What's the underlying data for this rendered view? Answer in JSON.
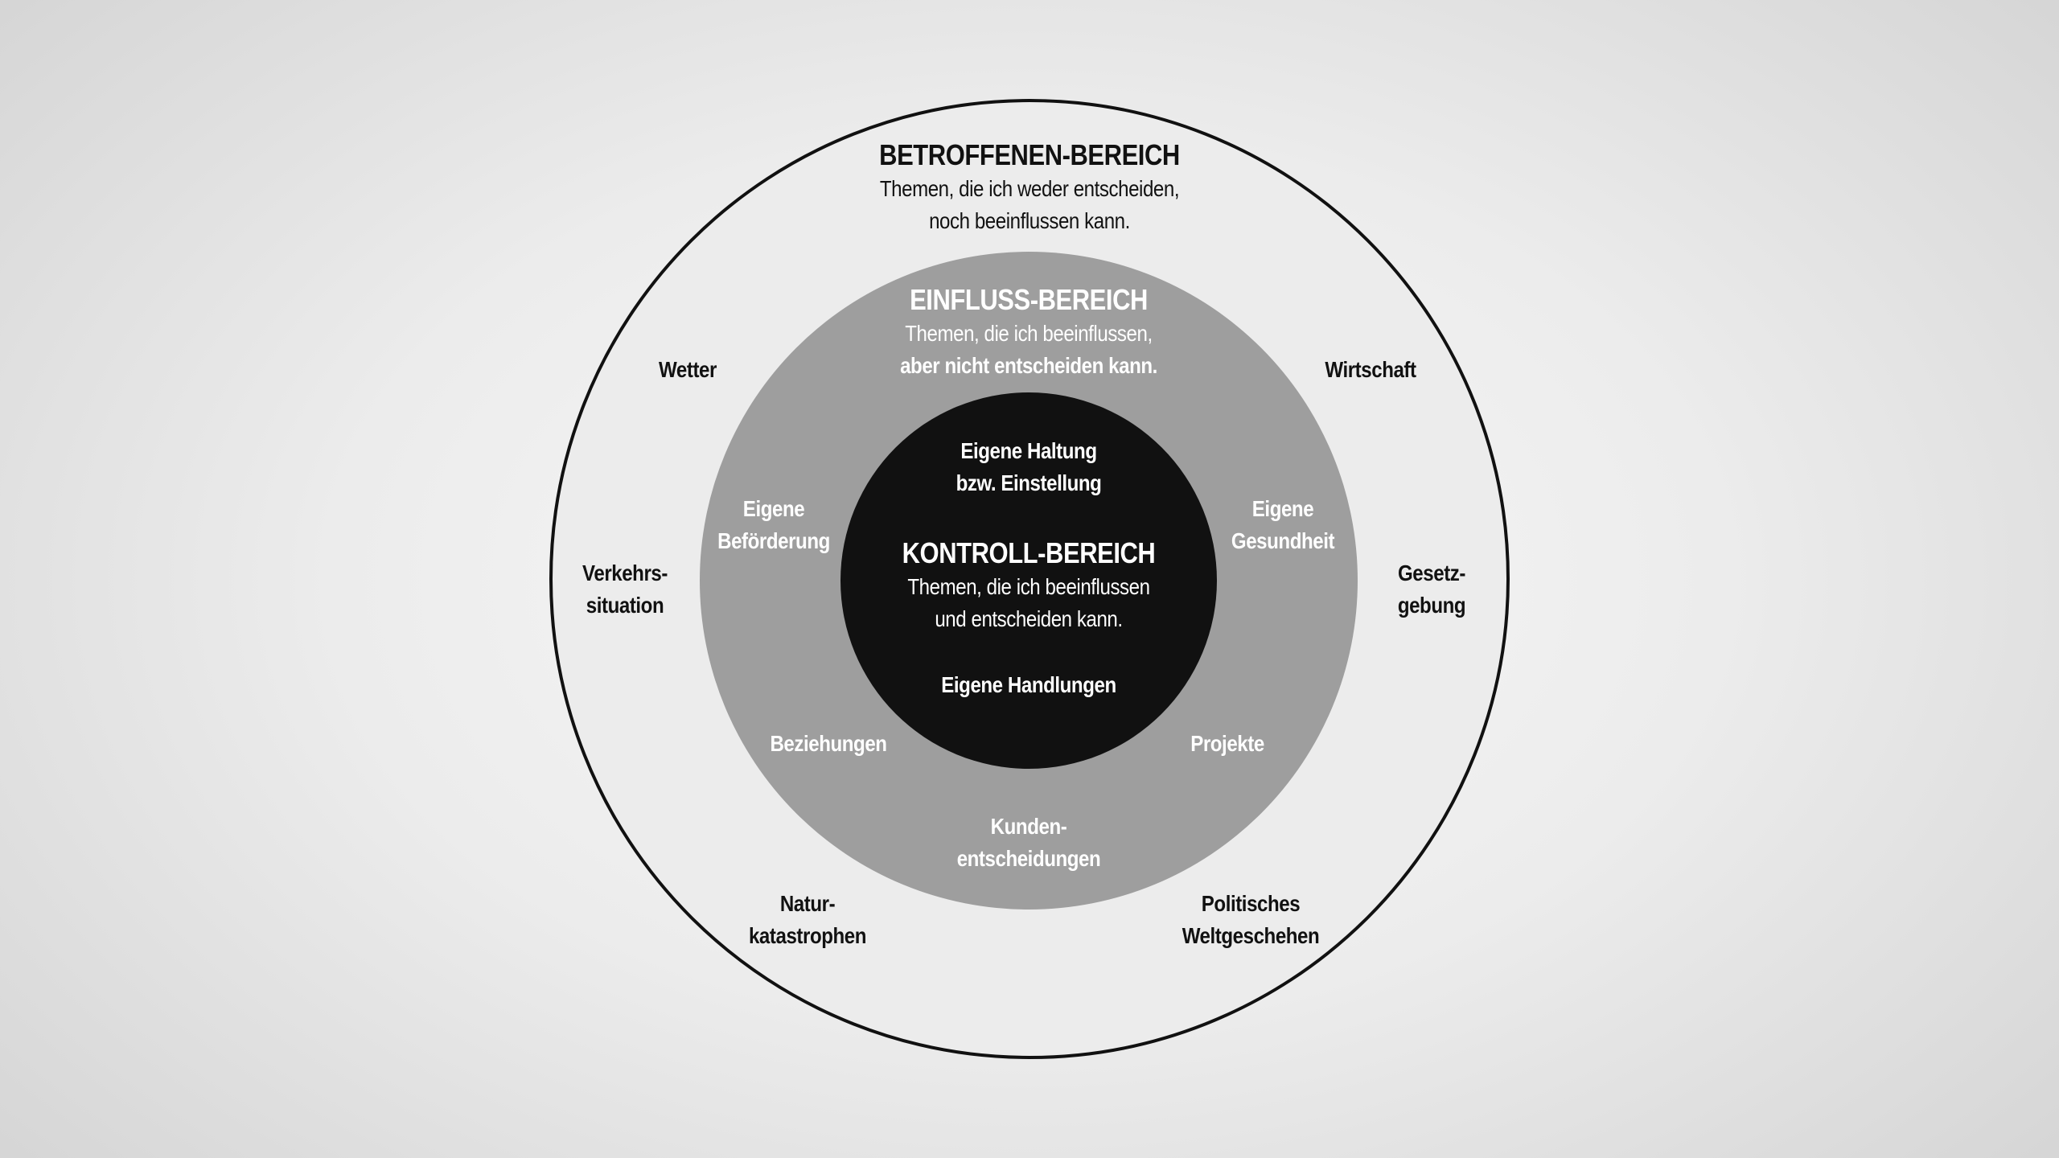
{
  "colors": {
    "outer_ring": "#ececec",
    "middle_ring": "#9e9e9e",
    "inner_circle": "#111111",
    "outline": "#111111",
    "text_dark": "#111111",
    "text_light": "#ffffff"
  },
  "outer": {
    "title": "BETROFFENEN-BEREICH",
    "desc_line1": "Themen, die ich weder entscheiden,",
    "desc_line2": "noch beeinflussen kann.",
    "items": [
      {
        "line1": "Wetter",
        "line2": ""
      },
      {
        "line1": "Wirtschaft",
        "line2": ""
      },
      {
        "line1": "Verkehrs-",
        "line2": "situation"
      },
      {
        "line1": "Gesetz-",
        "line2": "gebung"
      },
      {
        "line1": "Natur-",
        "line2": "katastrophen"
      },
      {
        "line1": "Politisches",
        "line2": "Weltgeschehen"
      }
    ]
  },
  "middle": {
    "title": "EINFLUSS-BEREICH",
    "desc_line1": "Themen, die ich beeinflussen,",
    "desc_line2": "aber nicht entscheiden kann.",
    "items": [
      {
        "line1": "Eigene",
        "line2": "Beförderung"
      },
      {
        "line1": "Eigene",
        "line2": "Gesundheit"
      },
      {
        "line1": "Beziehungen",
        "line2": ""
      },
      {
        "line1": "Projekte",
        "line2": ""
      },
      {
        "line1": "Kunden-",
        "line2": "entscheidungen"
      }
    ]
  },
  "inner": {
    "top_line1": "Eigene Haltung",
    "top_line2": "bzw. Einstellung",
    "title": "KONTROLL-BEREICH",
    "desc_line1": "Themen, die ich beeinflussen",
    "desc_line2": "und entscheiden kann.",
    "bottom": "Eigene Handlungen"
  }
}
